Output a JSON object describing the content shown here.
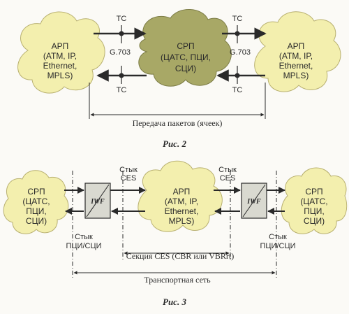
{
  "figure2": {
    "caption": "Рис. 2",
    "left_cloud": [
      "АРП",
      "(ATM, IP,",
      "Ethernet,",
      "MPLS)"
    ],
    "center_cloud": [
      "СРП",
      "(ЦАТС, ПЦИ,",
      "СЦИ)"
    ],
    "right_cloud": [
      "АРП",
      "(ATM, IP,",
      "Ethernet,",
      "MPLS)"
    ],
    "tc_label": "TC",
    "interface_label": "G.703",
    "transfer_label": "Передача пакетов (ячеек)"
  },
  "figure3": {
    "caption": "Рис. 3",
    "left_cloud": [
      "СРП",
      "(ЦАТС,",
      "ПЦИ,",
      "СЦИ)"
    ],
    "center_cloud": [
      "АРП",
      "(ATM, IP,",
      "Ethernet,",
      "MPLS)"
    ],
    "right_cloud": [
      "СРП",
      "(ЦАТС,",
      "ПЦИ,",
      "СЦИ)"
    ],
    "iwf_label": "IWF",
    "ces_junction": [
      "Стык",
      "CES"
    ],
    "pdh_sdh_junction": [
      "Стык",
      "ПЦИ/СЦИ"
    ],
    "ces_section_label": "Секция CES (CBR или VBRrt)",
    "transport_label": "Транспортная сеть"
  },
  "colors": {
    "apr_cloud": "#f3efae",
    "srp_cloud": "#a8a866",
    "line": "#2a2a2a",
    "background": "#fbfaf6"
  }
}
